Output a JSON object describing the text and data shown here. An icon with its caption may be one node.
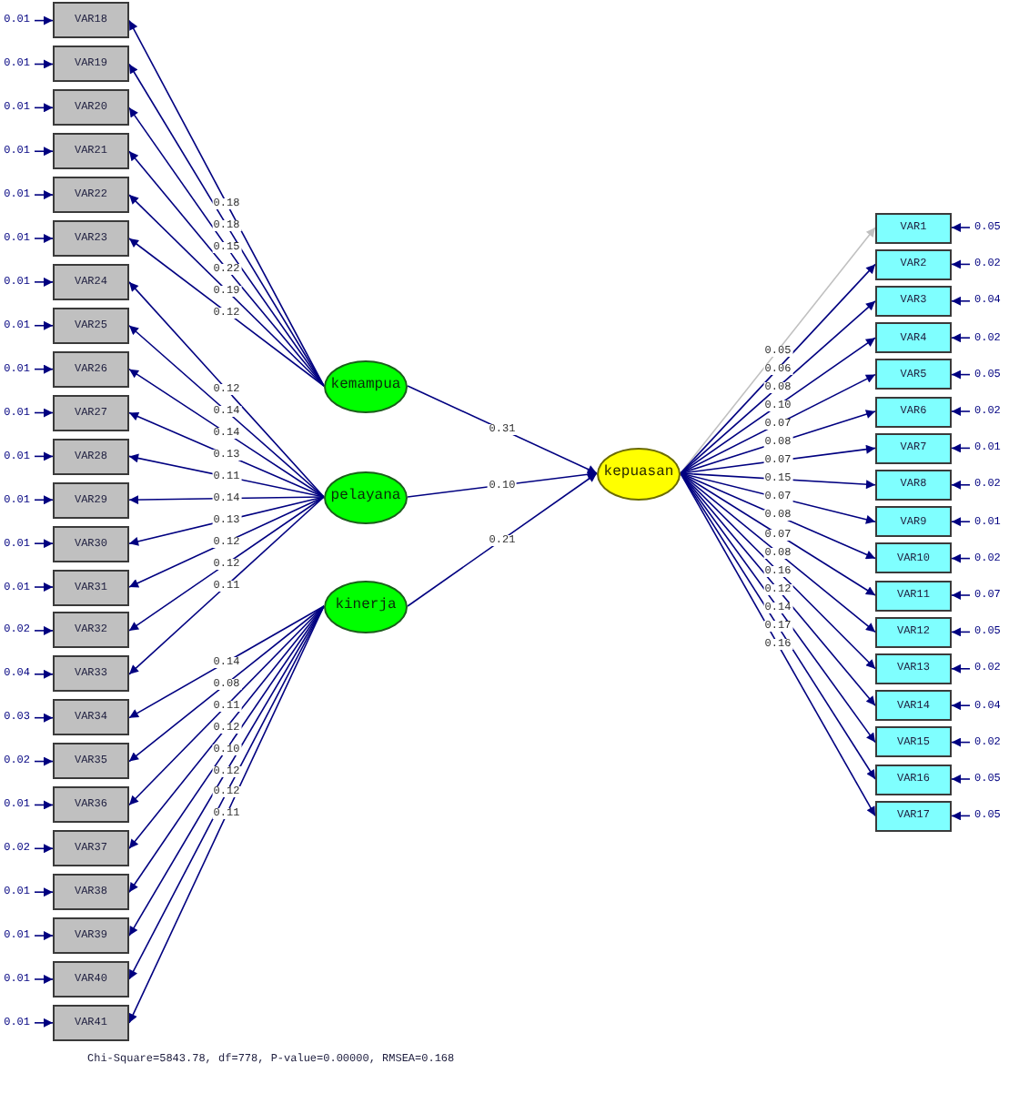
{
  "diagram": {
    "caption": "Chi-Square=5843.78, df=778, P-value=0.00000, RMSEA=0.168",
    "nodes": [
      {
        "text": [
          "VAR18"
        ]
      },
      {
        "text": [
          "VAR19"
        ]
      },
      {
        "text": [
          "VAR20"
        ]
      },
      {
        "text": [
          "VAR21"
        ]
      },
      {
        "text": [
          "VAR22"
        ]
      },
      {
        "text": [
          "VAR23"
        ]
      },
      {
        "text": [
          "VAR24"
        ]
      },
      {
        "text": [
          "VAR25"
        ]
      },
      {
        "text": [
          "VAR26"
        ]
      },
      {
        "text": [
          "VAR27"
        ]
      },
      {
        "text": [
          "VAR28"
        ]
      },
      {
        "text": [
          "VAR29"
        ]
      },
      {
        "text": [
          "VAR30"
        ]
      },
      {
        "text": [
          "VAR31"
        ]
      },
      {
        "text": [
          "VAR32"
        ]
      },
      {
        "text": [
          "VAR33"
        ]
      },
      {
        "text": [
          "VAR34"
        ]
      },
      {
        "text": [
          "VAR35"
        ]
      },
      {
        "text": [
          "VAR36"
        ]
      },
      {
        "text": [
          "VAR37"
        ]
      },
      {
        "text": [
          "VAR38"
        ]
      },
      {
        "text": [
          "VAR39"
        ]
      },
      {
        "text": [
          "VAR40"
        ]
      },
      {
        "text": [
          "VAR41"
        ]
      },
      {
        "text": [
          "kemampua"
        ]
      },
      {
        "text": [
          "pelayana"
        ]
      },
      {
        "text": [
          "kinerja"
        ]
      },
      {
        "text": [
          "kepuasan"
        ]
      },
      {
        "text": [
          "VAR1"
        ]
      },
      {
        "text": [
          "VAR2"
        ]
      },
      {
        "text": [
          "VAR3"
        ]
      },
      {
        "text": [
          "VAR4"
        ]
      },
      {
        "text": [
          "VAR5"
        ]
      },
      {
        "text": [
          "VAR6"
        ]
      },
      {
        "text": [
          "VAR7"
        ]
      },
      {
        "text": [
          "VAR8"
        ]
      },
      {
        "text": [
          "VAR9"
        ]
      },
      {
        "text": [
          "VAR10"
        ]
      },
      {
        "text": [
          "VAR11"
        ]
      },
      {
        "text": [
          "VAR12"
        ]
      },
      {
        "text": [
          "VAR13"
        ]
      },
      {
        "text": [
          "VAR14"
        ]
      },
      {
        "text": [
          "VAR15"
        ]
      },
      {
        "text": [
          "VAR16"
        ]
      },
      {
        "text": [
          "VAR17"
        ]
      }
    ],
    "edges": [
      {
        "from": null,
        "to": 0,
        "arrow": "to",
        "label": "0.01"
      },
      {
        "from": null,
        "to": 1,
        "arrow": "to",
        "label": "0.01"
      },
      {
        "from": null,
        "to": 2,
        "arrow": "to",
        "label": "0.01"
      },
      {
        "from": null,
        "to": 3,
        "arrow": "to",
        "label": "0.01"
      },
      {
        "from": null,
        "to": 4,
        "arrow": "to",
        "label": "0.01"
      },
      {
        "from": null,
        "to": 5,
        "arrow": "to",
        "label": "0.01"
      },
      {
        "from": null,
        "to": 6,
        "arrow": "to",
        "label": "0.01"
      },
      {
        "from": null,
        "to": 7,
        "arrow": "to",
        "label": "0.01"
      },
      {
        "from": null,
        "to": 8,
        "arrow": "to",
        "label": "0.01"
      },
      {
        "from": null,
        "to": 9,
        "arrow": "to",
        "label": "0.01"
      },
      {
        "from": null,
        "to": 10,
        "arrow": "to",
        "label": "0.01"
      },
      {
        "from": null,
        "to": 11,
        "arrow": "to",
        "label": "0.01"
      },
      {
        "from": null,
        "to": 12,
        "arrow": "to",
        "label": "0.01"
      },
      {
        "from": null,
        "to": 13,
        "arrow": "to",
        "label": "0.01"
      },
      {
        "from": null,
        "to": 14,
        "arrow": "to",
        "label": "0.02"
      },
      {
        "from": null,
        "to": 15,
        "arrow": "to",
        "label": "0.04"
      },
      {
        "from": null,
        "to": 16,
        "arrow": "to",
        "label": "0.03"
      },
      {
        "from": null,
        "to": 17,
        "arrow": "to",
        "label": "0.02"
      },
      {
        "from": null,
        "to": 18,
        "arrow": "to",
        "label": "0.01"
      },
      {
        "from": null,
        "to": 19,
        "arrow": "to",
        "label": "0.02"
      },
      {
        "from": null,
        "to": 20,
        "arrow": "to",
        "label": "0.01"
      },
      {
        "from": null,
        "to": 21,
        "arrow": "to",
        "label": "0.01"
      },
      {
        "from": null,
        "to": 22,
        "arrow": "to",
        "label": "0.01"
      },
      {
        "from": null,
        "to": 23,
        "arrow": "to",
        "label": "0.01"
      },
      {
        "from": 24,
        "to": 0,
        "arrow": "to",
        "label": "0.18"
      },
      {
        "from": 24,
        "to": 1,
        "arrow": "to",
        "label": "0.18"
      },
      {
        "from": 24,
        "to": 2,
        "arrow": "to",
        "label": "0.15"
      },
      {
        "from": 24,
        "to": 3,
        "arrow": "to",
        "label": "0.22"
      },
      {
        "from": 24,
        "to": 4,
        "arrow": "to",
        "label": "0.19"
      },
      {
        "from": 24,
        "to": 5,
        "arrow": "to",
        "label": "0.12"
      },
      {
        "from": 25,
        "to": 6,
        "arrow": "to",
        "label": "0.12"
      },
      {
        "from": 25,
        "to": 7,
        "arrow": "to",
        "label": "0.14"
      },
      {
        "from": 25,
        "to": 8,
        "arrow": "to",
        "label": "0.14"
      },
      {
        "from": 25,
        "to": 9,
        "arrow": "to",
        "label": "0.13"
      },
      {
        "from": 25,
        "to": 10,
        "arrow": "to",
        "label": "0.11"
      },
      {
        "from": 25,
        "to": 11,
        "arrow": "to",
        "label": "0.14"
      },
      {
        "from": 25,
        "to": 12,
        "arrow": "to",
        "label": "0.13"
      },
      {
        "from": 25,
        "to": 13,
        "arrow": "to",
        "label": "0.12"
      },
      {
        "from": 25,
        "to": 14,
        "arrow": "to",
        "label": "0.12"
      },
      {
        "from": 25,
        "to": 15,
        "arrow": "to",
        "label": "0.11"
      },
      {
        "from": 26,
        "to": 16,
        "arrow": "to",
        "label": "0.14"
      },
      {
        "from": 26,
        "to": 17,
        "arrow": "to",
        "label": "0.08"
      },
      {
        "from": 26,
        "to": 18,
        "arrow": "to",
        "label": "0.11"
      },
      {
        "from": 26,
        "to": 19,
        "arrow": "to",
        "label": "0.12"
      },
      {
        "from": 26,
        "to": 20,
        "arrow": "to",
        "label": "0.10"
      },
      {
        "from": 26,
        "to": 21,
        "arrow": "to",
        "label": "0.12"
      },
      {
        "from": 26,
        "to": 22,
        "arrow": "to",
        "label": "0.12"
      },
      {
        "from": 26,
        "to": 23,
        "arrow": "to",
        "label": "0.11"
      },
      {
        "from": 24,
        "to": 27,
        "arrow": "to",
        "label": "0.31"
      },
      {
        "from": 25,
        "to": 27,
        "arrow": "to",
        "label": "0.10"
      },
      {
        "from": 26,
        "to": 27,
        "arrow": "to",
        "label": "0.21"
      },
      {
        "from": 27,
        "to": 28,
        "arrow": "to",
        "label": "0.05",
        "color": "#c0c0c0"
      },
      {
        "from": 27,
        "to": 29,
        "arrow": "to",
        "label": "0.06"
      },
      {
        "from": 27,
        "to": 30,
        "arrow": "to",
        "label": "0.08"
      },
      {
        "from": 27,
        "to": 31,
        "arrow": "to",
        "label": "0.10"
      },
      {
        "from": 27,
        "to": 32,
        "arrow": "to",
        "label": "0.07"
      },
      {
        "from": 27,
        "to": 33,
        "arrow": "to",
        "label": "0.08"
      },
      {
        "from": 27,
        "to": 34,
        "arrow": "to",
        "label": "0.07"
      },
      {
        "from": 27,
        "to": 35,
        "arrow": "to",
        "label": "0.15"
      },
      {
        "from": 27,
        "to": 36,
        "arrow": "to",
        "label": "0.07"
      },
      {
        "from": 27,
        "to": 37,
        "arrow": "to",
        "label": "0.08"
      },
      {
        "from": 27,
        "to": 38,
        "arrow": "to",
        "label": "0.07"
      },
      {
        "from": 27,
        "to": 39,
        "arrow": "to",
        "label": "0.08"
      },
      {
        "from": 27,
        "to": 40,
        "arrow": "to",
        "label": "0.16"
      },
      {
        "from": 27,
        "to": 41,
        "arrow": "to",
        "label": "0.12"
      },
      {
        "from": 27,
        "to": 42,
        "arrow": "to",
        "label": "0.14"
      },
      {
        "from": 27,
        "to": 43,
        "arrow": "to",
        "label": "0.17"
      },
      {
        "from": 27,
        "to": 44,
        "arrow": "to",
        "label": "0.16"
      },
      {
        "from": null,
        "to": 28,
        "arrow": "to",
        "label": "0.05"
      },
      {
        "from": null,
        "to": 29,
        "arrow": "to",
        "label": "0.02"
      },
      {
        "from": null,
        "to": 30,
        "arrow": "to",
        "label": "0.04"
      },
      {
        "from": null,
        "to": 31,
        "arrow": "to",
        "label": "0.02"
      },
      {
        "from": null,
        "to": 32,
        "arrow": "to",
        "label": "0.05"
      },
      {
        "from": null,
        "to": 33,
        "arrow": "to",
        "label": "0.02"
      },
      {
        "from": null,
        "to": 34,
        "arrow": "to",
        "label": "0.01"
      },
      {
        "from": null,
        "to": 35,
        "arrow": "to",
        "label": "0.02"
      },
      {
        "from": null,
        "to": 36,
        "arrow": "to",
        "label": "0.01"
      },
      {
        "from": null,
        "to": 37,
        "arrow": "to",
        "label": "0.02"
      },
      {
        "from": null,
        "to": 38,
        "arrow": "to",
        "label": "0.07"
      },
      {
        "from": null,
        "to": 39,
        "arrow": "to",
        "label": "0.05"
      },
      {
        "from": null,
        "to": 40,
        "arrow": "to",
        "label": "0.02"
      },
      {
        "from": null,
        "to": 41,
        "arrow": "to",
        "label": "0.04"
      },
      {
        "from": null,
        "to": 42,
        "arrow": "to",
        "label": "0.02"
      },
      {
        "from": null,
        "to": 43,
        "arrow": "to",
        "label": "0.05"
      },
      {
        "from": null,
        "to": 44,
        "arrow": "to",
        "label": "0.05"
      }
    ]
  }
}
